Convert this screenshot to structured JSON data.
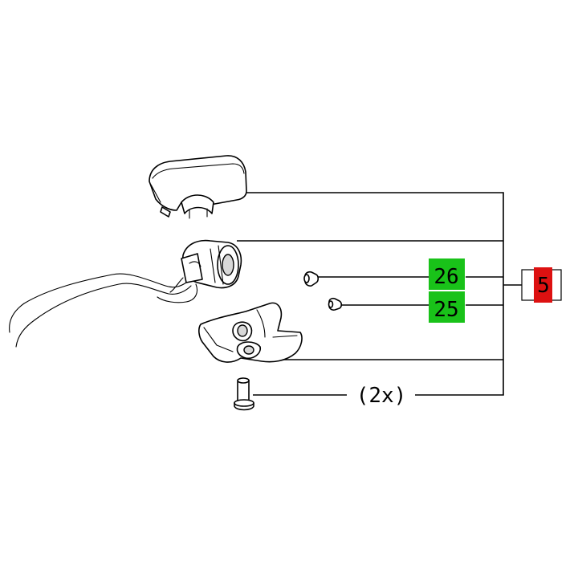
{
  "callouts": {
    "part_26": {
      "number": "26",
      "color": "#19c219"
    },
    "part_25": {
      "number": "25",
      "color": "#19c219"
    },
    "assembly": {
      "number": "5",
      "color": "#dd1111"
    },
    "screw_quantity": "(2x)"
  }
}
